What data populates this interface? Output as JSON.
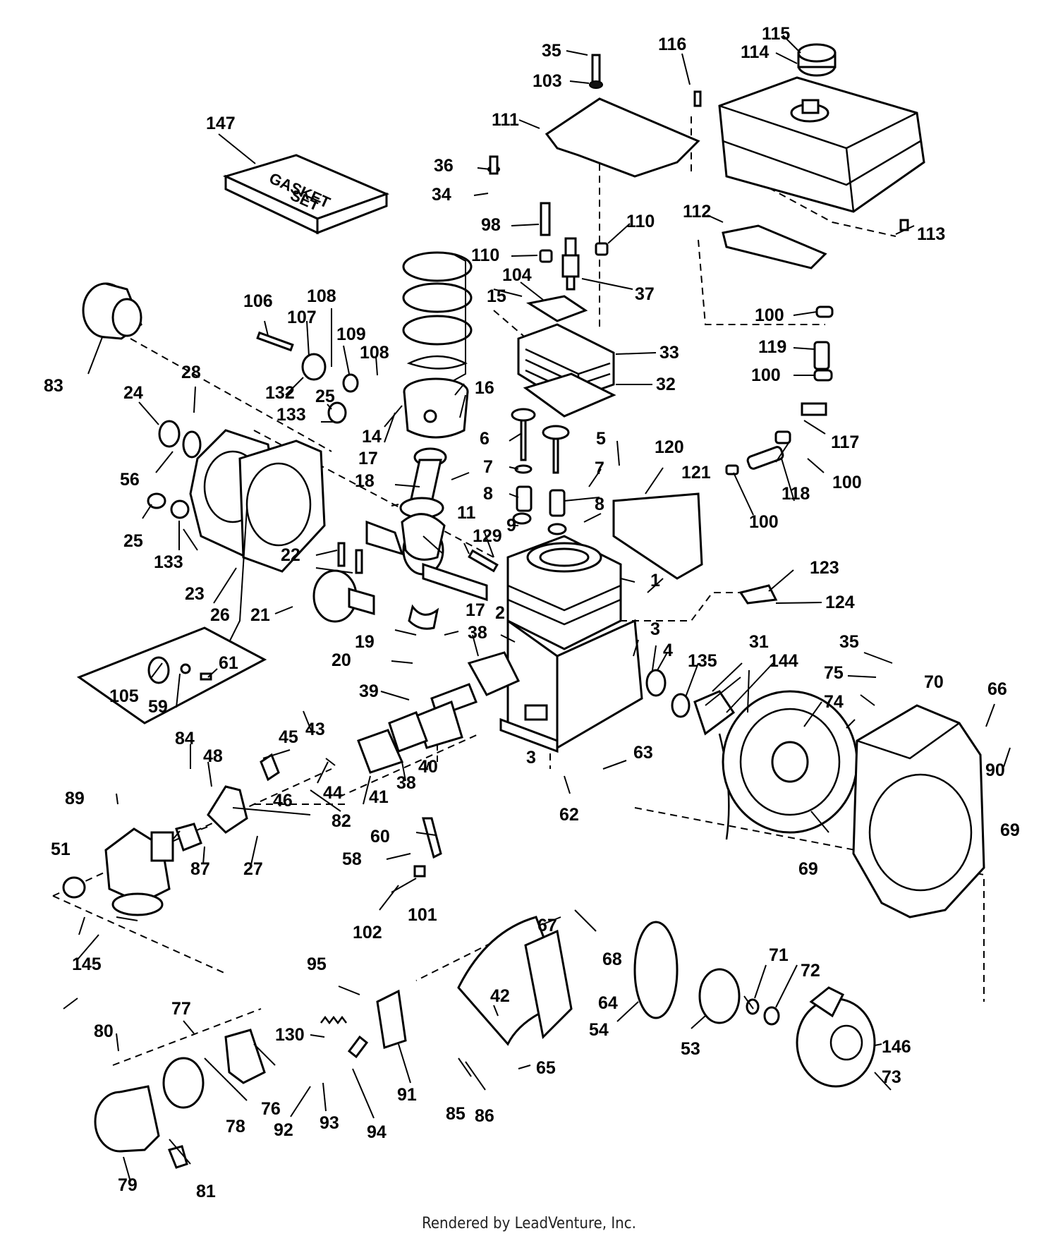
{
  "gasket_box": {
    "line1": "GASKET",
    "line2": "SET"
  },
  "footer": "Rendered by LeadVenture, Inc.",
  "callouts": {
    "c1": "1",
    "c2": "2",
    "c3a": "3",
    "c3b": "3",
    "c4": "4",
    "c5": "5",
    "c6": "6",
    "c7a": "7",
    "c7b": "7",
    "c8a": "8",
    "c8b": "8",
    "c9": "9",
    "c11": "11",
    "c14": "14",
    "c15": "15",
    "c16": "16",
    "c17a": "17",
    "c17b": "17",
    "c18": "18",
    "c19": "19",
    "c20": "20",
    "c21": "21",
    "c22": "22",
    "c23": "23",
    "c24": "24",
    "c25a": "25",
    "c25b": "25",
    "c26": "26",
    "c27": "27",
    "c28": "28",
    "c31": "31",
    "c32": "32",
    "c33": "33",
    "c34": "34",
    "c35a": "35",
    "c35b": "35",
    "c36": "36",
    "c37": "37",
    "c38a": "38",
    "c38b": "38",
    "c39": "39",
    "c40": "40",
    "c41": "41",
    "c42": "42",
    "c43": "43",
    "c44": "44",
    "c45": "45",
    "c46": "46",
    "c48": "48",
    "c51": "51",
    "c53": "53",
    "c54": "54",
    "c56": "56",
    "c58": "58",
    "c59": "59",
    "c60": "60",
    "c61": "61",
    "c62": "62",
    "c63": "63",
    "c64": "64",
    "c65": "65",
    "c66": "66",
    "c67": "67",
    "c68": "68",
    "c69a": "69",
    "c69b": "69",
    "c70": "70",
    "c71": "71",
    "c72": "72",
    "c73": "73",
    "c74": "74",
    "c75": "75",
    "c76": "76",
    "c77": "77",
    "c78": "78",
    "c79": "79",
    "c80": "80",
    "c81": "81",
    "c82": "82",
    "c83": "83",
    "c84": "84",
    "c85": "85",
    "c86": "86",
    "c87": "87",
    "c89": "89",
    "c90": "90",
    "c91": "91",
    "c92": "92",
    "c93": "93",
    "c94": "94",
    "c95": "95",
    "c98": "98",
    "c100a": "100",
    "c100b": "100",
    "c100c": "100",
    "c100d": "100",
    "c101": "101",
    "c102": "102",
    "c103": "103",
    "c104": "104",
    "c105": "105",
    "c106": "106",
    "c107": "107",
    "c108a": "108",
    "c108b": "108",
    "c109": "109",
    "c110a": "110",
    "c110b": "110",
    "c111": "111",
    "c112": "112",
    "c113": "113",
    "c114": "114",
    "c115": "115",
    "c116": "116",
    "c117": "117",
    "c118": "118",
    "c119": "119",
    "c120": "120",
    "c121": "121",
    "c123": "123",
    "c124": "124",
    "c129": "129",
    "c130": "130",
    "c132": "132",
    "c133a": "133",
    "c133b": "133",
    "c135": "135",
    "c144": "144",
    "c145": "145",
    "c146": "146",
    "c147": "147"
  }
}
